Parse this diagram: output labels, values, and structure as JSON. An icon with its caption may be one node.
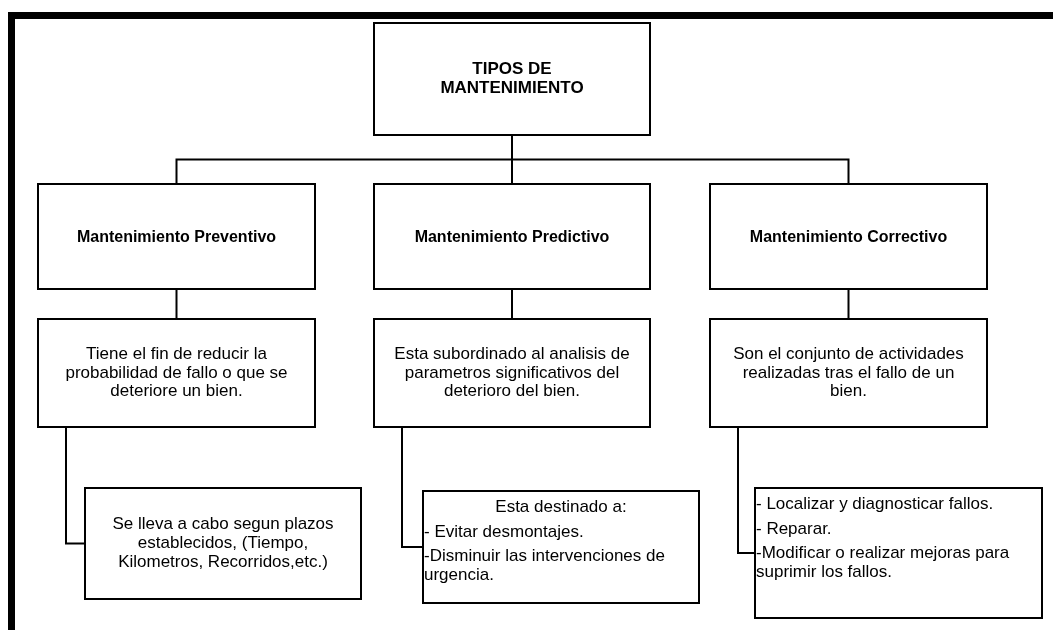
{
  "diagram": {
    "nodes": [
      {
        "text": [
          "TIPOS DE MANTENIMIENTO"
        ]
      },
      {
        "text": [
          "Mantenimiento Preventivo"
        ]
      },
      {
        "text": [
          "Mantenimiento Predictivo"
        ]
      },
      {
        "text": [
          "Mantenimiento Correctivo"
        ]
      },
      {
        "text": [
          "Tiene el fin de reducir la probabilidad de fallo o que se deteriore un bien."
        ]
      },
      {
        "text": [
          "Esta subordinado al analisis de parametros significativos del deterioro del bien."
        ]
      },
      {
        "text": [
          "Son el conjunto de actividades realizadas tras el fallo de un bien."
        ]
      },
      {
        "text": [
          "Se lleva a cabo segun plazos establecidos, (Tiempo, Kilometros, Recorridos,etc.)"
        ]
      },
      {
        "text": [
          "Esta destinado a:",
          "- Evitar desmontajes.",
          "-Disminuir las intervenciones de urgencia."
        ]
      },
      {
        "text": [
          "- Localizar y diagnosticar fallos.",
          "- Reparar.",
          "-Modificar o realizar mejoras para suprimir los fallos."
        ]
      }
    ],
    "edges": [
      {
        "from": 0,
        "to": 1,
        "arrow": "none"
      },
      {
        "from": 0,
        "to": 2,
        "arrow": "none"
      },
      {
        "from": 0,
        "to": 3,
        "arrow": "none"
      },
      {
        "from": 1,
        "to": 4,
        "arrow": "none"
      },
      {
        "from": 2,
        "to": 5,
        "arrow": "none"
      },
      {
        "from": 3,
        "to": 6,
        "arrow": "none"
      },
      {
        "from": 4,
        "to": 7,
        "arrow": "none"
      },
      {
        "from": 5,
        "to": 8,
        "arrow": "none"
      },
      {
        "from": 6,
        "to": 9,
        "arrow": "none"
      }
    ]
  }
}
